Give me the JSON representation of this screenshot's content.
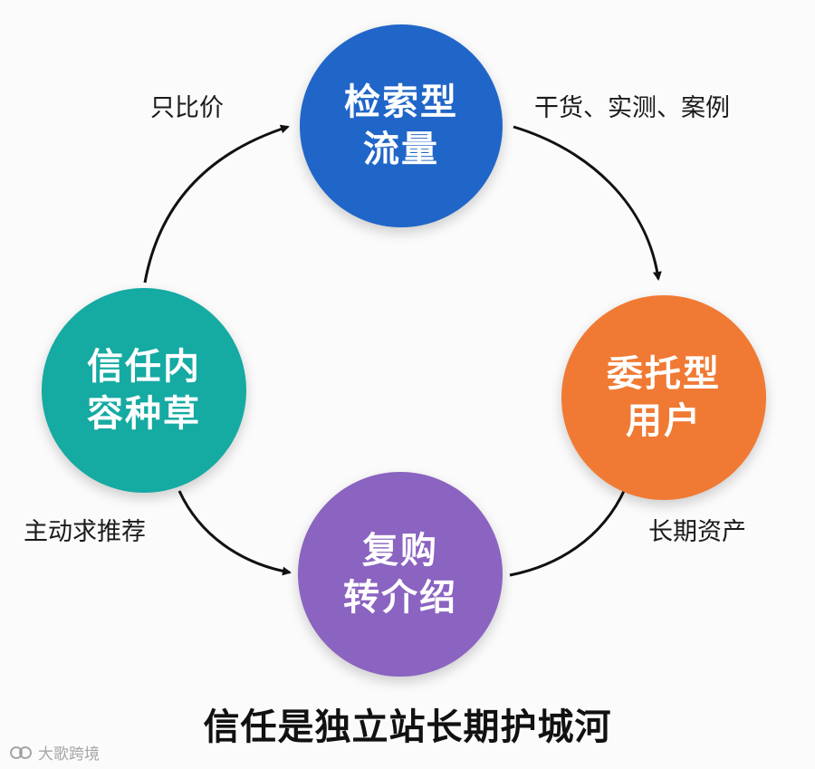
{
  "nodes": {
    "top": {
      "line1": "检索型",
      "line2": "流量",
      "color": "#2066c8"
    },
    "right": {
      "line1": "委托型",
      "line2": "用户",
      "color": "#f07a34"
    },
    "bottom": {
      "line1": "复购",
      "line2": "转介绍",
      "color": "#8b63c0"
    },
    "left": {
      "line1": "信任内",
      "line2": "容种草",
      "color": "#15aaa2"
    }
  },
  "edges": {
    "left_to_top": "只比价",
    "top_to_right": "干货、实测、案例",
    "right_to_bottom": "长期资产",
    "left_to_bottom": "主动求推荐"
  },
  "caption": "信任是独立站长期护城河",
  "watermark": "大歌跨境"
}
